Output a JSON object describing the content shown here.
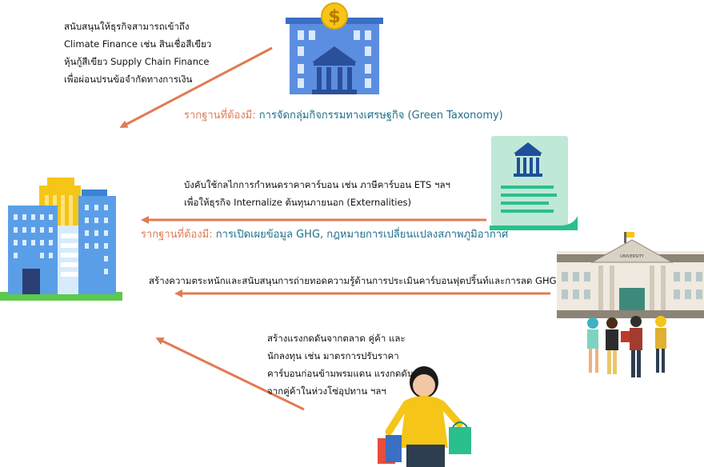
{
  "blocks": {
    "finance": {
      "lines": [
        "สนับสนุนให้ธุรกิจสามารถเข้าถึง",
        "Climate Finance เช่น สินเชื่อสีเขียว",
        "หุ้นกู้สีเขียว Supply Chain Finance",
        "เพื่อผ่อนปรนข้อจำกัดทางการเงิน"
      ],
      "req_label": "รากฐานที่ต้องมี:",
      "req_value": "การจัดกลุ่มกิจกรรมทางเศรษฐกิจ (Green Taxonomy)"
    },
    "regulation": {
      "lines": [
        "บังคับใช้กลไกการกำหนดราคาคาร์บอน เช่น ภาษีคาร์บอน ETS ฯลฯ",
        "เพื่อให้ธุรกิจ Internalize ต้นทุนภายนอก (Externalities)"
      ],
      "req_label": "รากฐานที่ต้องมี:",
      "req_value": "การเปิดเผยข้อมูล GHG, กฎหมายการเปลี่ยนแปลงสภาพภูมิอากาศ"
    },
    "academia": {
      "line": "สร้างความตระหนักและสนับสนุนการถ่ายทอดความรู้ด้านการประเมินคาร์บอนฟุตปริ้นท์และการลด GHG"
    },
    "market": {
      "lines": [
        "สร้างแรงกดดันจากตลาด คู่ค้า และ",
        "นักลงทุน เช่น มาตรการปรับราคา",
        "คาร์บอนก่อนข้ามพรมแดน แรงกดดัน",
        "จากคู่ค้าในห่วงโซ่อุปทาน ฯลฯ"
      ]
    }
  },
  "icons": {
    "bank_sign": "$",
    "university_sign": "UNIVERSITY"
  },
  "colors": {
    "arrow": "#e07b53",
    "req_label": "#e07b53",
    "req_value": "#1f6f8b"
  }
}
